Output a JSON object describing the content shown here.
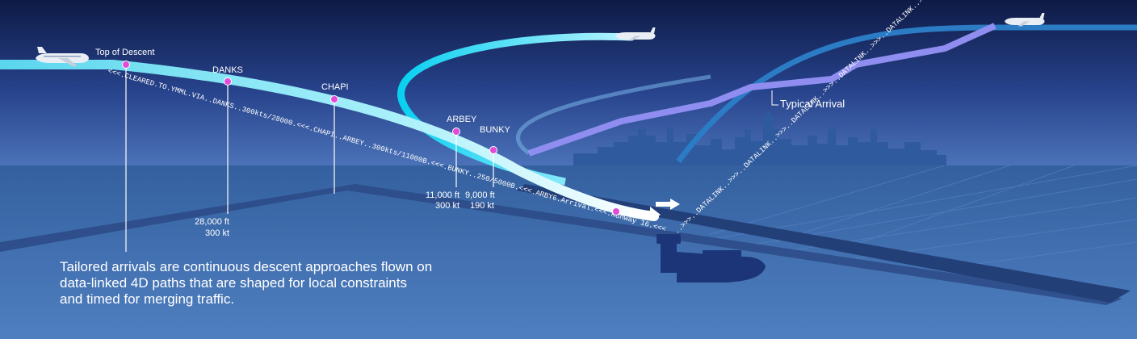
{
  "waypoints": [
    {
      "name": "Top of Descent"
    },
    {
      "name": "DANKS"
    },
    {
      "name": "CHAPI"
    },
    {
      "name": "ARBEY"
    },
    {
      "name": "BUNKY"
    }
  ],
  "constraints": [
    {
      "altitude": "28,000 ft",
      "speed": "300 kt"
    },
    {
      "altitude": "11,000 ft",
      "speed": "300 kt"
    },
    {
      "altitude": "9,000 ft",
      "speed": "190 kt"
    }
  ],
  "clearance_text": "<<<.CLEARED.TO.YMML.VIA..DANKS..300kts/28000.<<<.CHAPI..ARBEY..300kts/11000B.<<<.BUNKY..250/5000B.<<<.ARBY6.Arrival.<<<.Runway 16.<<<",
  "datalink_text": "..>>>..DATALINK..>>>..DATALINK..>>>..DATALINK..>>>..DATALINK..>>>..DATALINK..>>>..DATALINK..>>>..",
  "typical_arrival_label": "Typical Arrival",
  "caption": [
    "Tailored arrivals are continuous descent approaches flown on",
    "data-linked 4D paths that are shaped for local constraints",
    "and timed for merging traffic."
  ],
  "colors": {
    "sky_top": "#0e1a45",
    "sky_horizon": "#3f64b0",
    "ground": "#3d6aac",
    "tailored_path": "#7fe8f7",
    "typical_arrival": "#8f8ef0",
    "upper_route": "#2b7bc5",
    "waypoint": "#e24bd8",
    "city": "#2f5a9e"
  }
}
